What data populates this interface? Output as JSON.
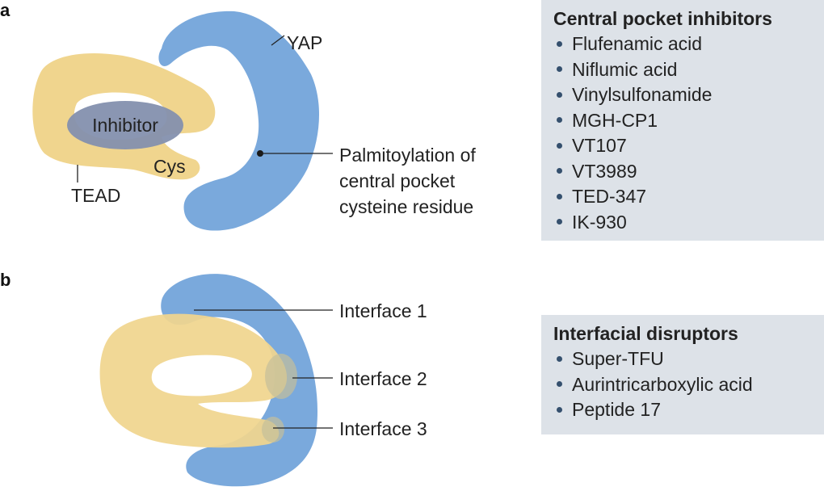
{
  "panel_a": {
    "letter": "a",
    "labels": {
      "yap": "YAP",
      "inhibitor": "Inhibitor",
      "cys": "Cys",
      "tead": "TEAD",
      "palmitoylation_line1": "Palmitoylation of",
      "palmitoylation_line2": "central pocket",
      "palmitoylation_line3": "cysteine residue"
    },
    "box": {
      "title": "Central pocket inhibitors",
      "items": [
        "Flufenamic acid",
        "Niflumic acid",
        "Vinylsulfonamide",
        "MGH-CP1",
        "VT107",
        "VT3989",
        "TED-347",
        "IK-930"
      ]
    }
  },
  "panel_b": {
    "letter": "b",
    "labels": {
      "interface1": "Interface 1",
      "interface2": "Interface 2",
      "interface3": "Interface 3"
    },
    "box": {
      "title": "Interfacial disruptors",
      "items": [
        "Super-TFU",
        "Aurintricarboxylic acid",
        "Peptide 17"
      ]
    }
  },
  "colors": {
    "yap_blue": "#7aa9dc",
    "tead_yellow": "#f0d58e",
    "inhibitor_gray": "#8490ae",
    "box_bg": "#dde2e8",
    "bullet": "#35506e"
  }
}
